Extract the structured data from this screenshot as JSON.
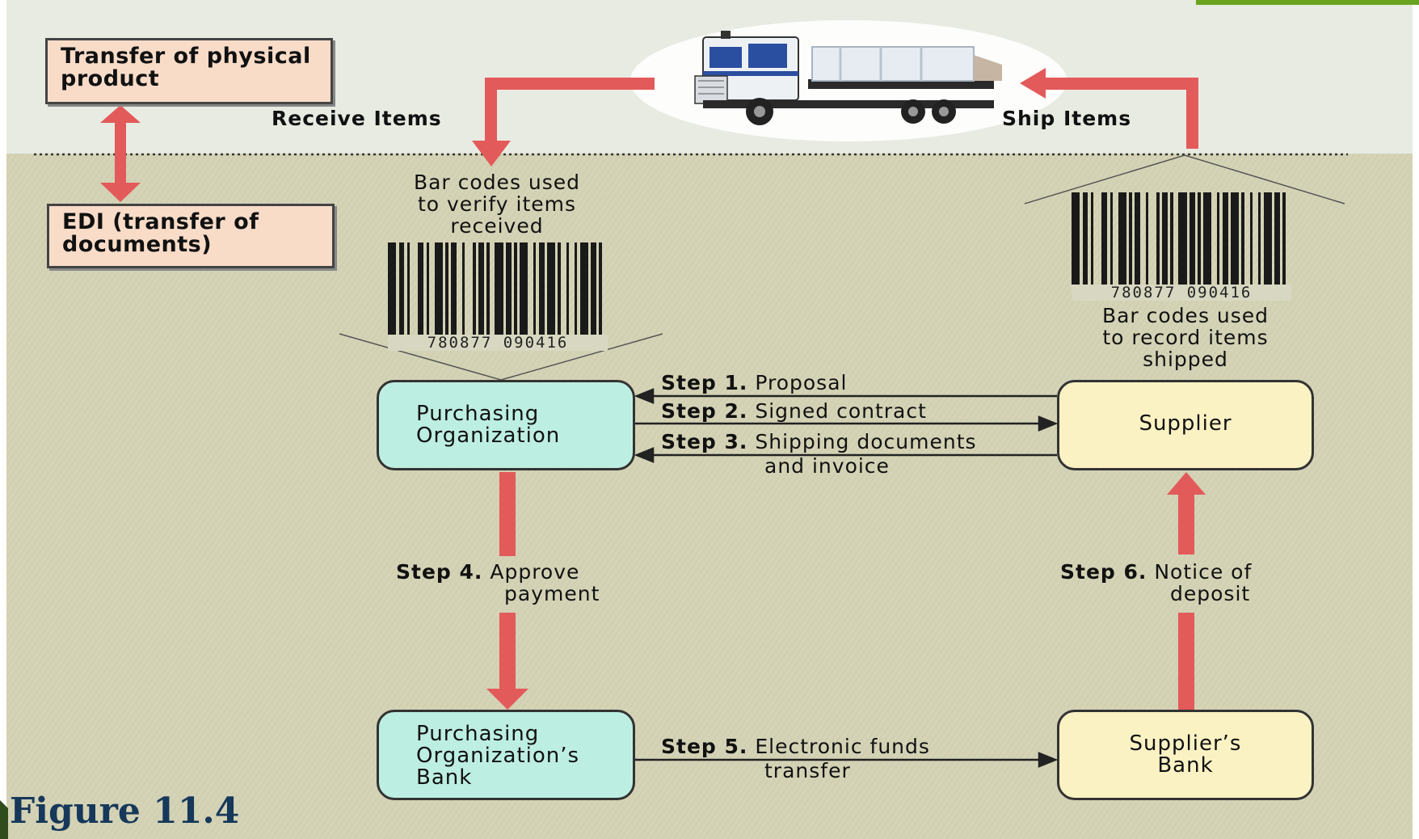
{
  "legend": {
    "physical_label": "Transfer of physical product",
    "edi_label": "EDI (transfer of documents)"
  },
  "top": {
    "receive_label": "Receive Items",
    "ship_label": "Ship Items"
  },
  "barcodes": {
    "verify_caption": "Bar codes used\nto verify items\nreceived",
    "record_caption": "Bar codes used\nto record items\nshipped",
    "number": "780877  090416"
  },
  "nodes": {
    "purchasing_org": "Purchasing\nOrganization",
    "supplier": "Supplier",
    "purchasing_bank": "Purchasing\nOrganization’s\nBank",
    "supplier_bank": "Supplier’s\nBank"
  },
  "steps": {
    "s1_num": "Step 1.",
    "s1_text": "Proposal",
    "s2_num": "Step 2.",
    "s2_text": "Signed contract",
    "s3_num": "Step 3.",
    "s3_text": "Shipping documents",
    "s3_text2": "and invoice",
    "s4_num": "Step 4.",
    "s4_text": "Approve",
    "s4_text2": "payment",
    "s5_num": "Step 5.",
    "s5_text": "Electronic funds",
    "s5_text2": "transfer",
    "s6_num": "Step 6.",
    "s6_text": "Notice of",
    "s6_text2": "deposit"
  },
  "caption": "Figure 11.4",
  "colors": {
    "top_band": "#e8ebe2",
    "body_bg": "#d4d3b6",
    "arrow_red": "#e35a5a",
    "teal_box": "#bdeee2",
    "cream_box": "#fbf2c4",
    "legend_box": "#f8dcc8",
    "caption_blue": "#16385a",
    "accent_green": "#6aa320"
  },
  "icons": {
    "truck": "truck-icon"
  }
}
